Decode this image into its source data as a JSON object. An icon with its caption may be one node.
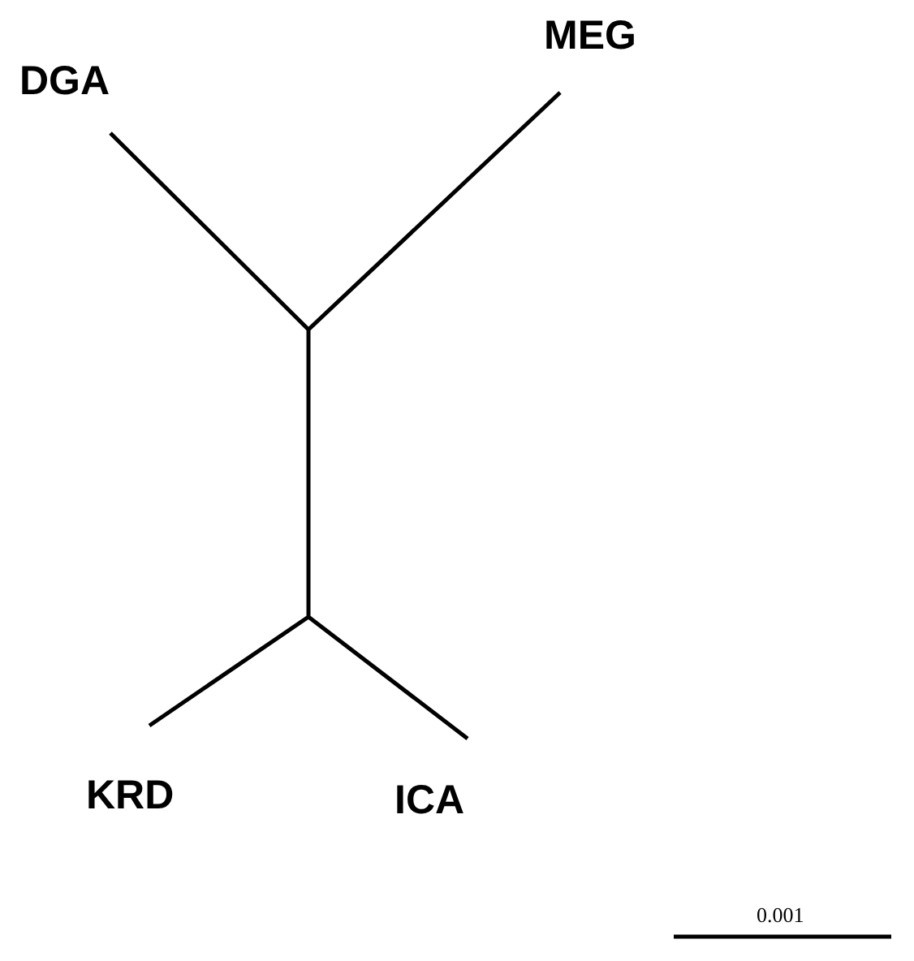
{
  "diagram": {
    "labels": [
      "DGA",
      "MEG",
      "KRD",
      "ICA",
      "0.001"
    ]
  }
}
